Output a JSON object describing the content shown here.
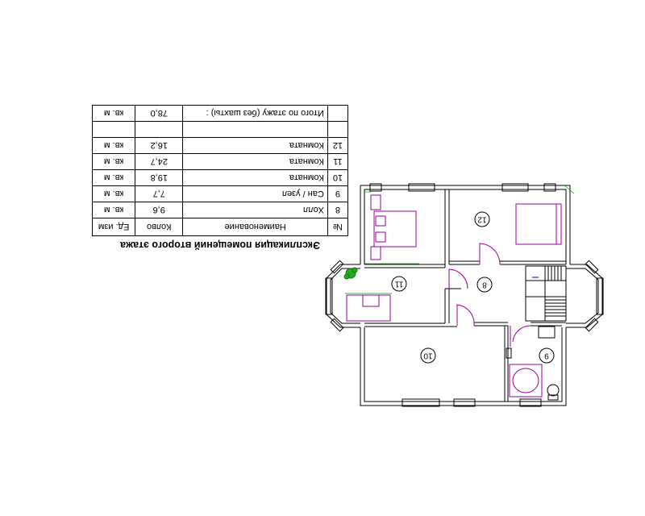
{
  "explication": {
    "title": "Экспликация помещений второго этажа",
    "headers": {
      "num": "№",
      "name": "Наименование",
      "qty": "Колво",
      "unit": "Ед. изм"
    },
    "rows": [
      {
        "num": "8",
        "name": "Холл",
        "qty": "9,6",
        "unit": "кв. м"
      },
      {
        "num": "9",
        "name": "Сан / узел",
        "qty": "7,7",
        "unit": "кв. м"
      },
      {
        "num": "10",
        "name": "Комната",
        "qty": "19,8",
        "unit": "кв. м"
      },
      {
        "num": "11",
        "name": "Комната",
        "qty": "24,7",
        "unit": "кв. м"
      },
      {
        "num": "12",
        "name": "Комната",
        "qty": "16,2",
        "unit": "кв. м"
      }
    ],
    "total": {
      "label": "Итого по этажу (без шахты) :",
      "qty": "78,0",
      "unit": "кв. м"
    }
  },
  "plan": {
    "room_labels": {
      "r8": "8",
      "r9": "9",
      "r10": "10",
      "r11": "11",
      "r12": "12"
    },
    "colors": {
      "wall": "#000000",
      "furniture": "#990099",
      "dimension": "#009900",
      "plant": "#22aa22"
    }
  }
}
